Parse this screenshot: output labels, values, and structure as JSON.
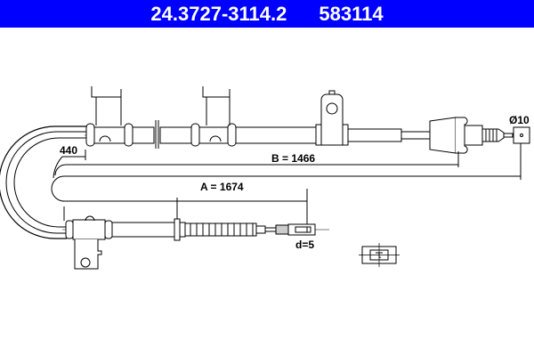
{
  "header": {
    "part_number": "24.3727-3114.2",
    "ref_number": "583114",
    "background_color": "#0000ff",
    "text_color": "#ffffff"
  },
  "drawing": {
    "type": "parking brake cable technical drawing",
    "dimensions": {
      "offset_label": "440",
      "b_label": "B = 1466",
      "a_label": "A = 1674",
      "diameter_label": "Ø10",
      "d_label": "d=5"
    },
    "line_color": "#000000",
    "fill_color": "#ffffff"
  }
}
